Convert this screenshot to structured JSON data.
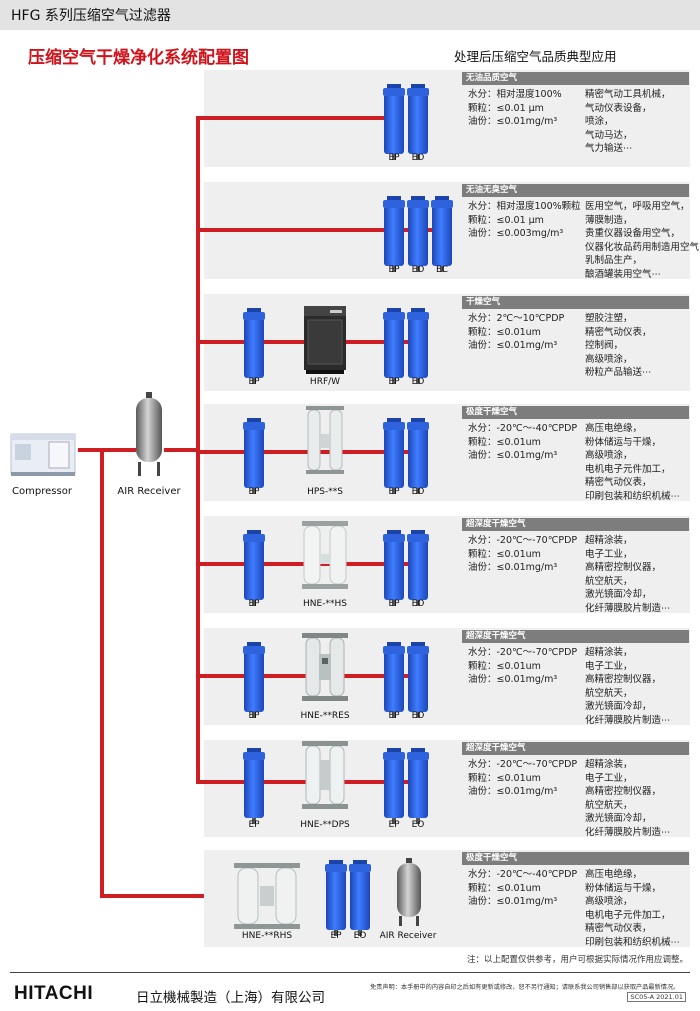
{
  "header": {
    "series_title": "HFG 系列压缩空气过滤器"
  },
  "title": "压缩空气干燥净化系统配置图",
  "right_title": "处理后压缩空气品质典型应用",
  "source": {
    "compressor_label": "Compressor",
    "receiver_label": "AIR Receiver"
  },
  "rows": [
    {
      "header": "无油品质空气",
      "specs": [
        "水分：相对湿度100%",
        "颗粒：≤0.01 μm",
        "油份：≤0.01mg/m³"
      ],
      "apps": [
        "精密气动工具机械，",
        "气动仪表设备，",
        "喷涂，",
        "气动马达，",
        "气力输送⋯"
      ],
      "labels": [
        "EP",
        "EO"
      ]
    },
    {
      "header": "无油无臭空气",
      "specs": [
        "水分：相对湿度100%颗粒",
        "颗粒：≤0.01 μm",
        "油份：≤0.003mg/m³"
      ],
      "apps": [
        "医用空气，呼吸用空气，",
        "薄膜制造，",
        "贵重仪器设备用空气，",
        "仪器化妆品药用制造用空气，",
        "乳制品生产，",
        "酿酒罐装用空气⋯"
      ],
      "labels": [
        "EP",
        "EO",
        "EC"
      ]
    },
    {
      "header": "干燥空气",
      "specs": [
        "水分：2℃～10℃PDP",
        "颗粒：≤0.01um",
        "油份：≤0.01mg/m³"
      ],
      "apps": [
        "塑胶注塑，",
        "精密气动仪表，",
        "控制阀，",
        "高级喷涂，",
        "粉粒产品输送⋯"
      ],
      "labels": [
        "EP",
        "HRF/W",
        "EP",
        "EO"
      ]
    },
    {
      "header": "极度干燥空气",
      "specs": [
        "水分：-20℃～-40℃PDP",
        "颗粒：≤0.01um",
        "油份：≤0.01mg/m³"
      ],
      "apps": [
        "高压电绝缘，",
        "粉体储运与干燥，",
        "高级喷涂，",
        "电机电子元件加工，",
        "精密气动仪表，",
        "印刷包装和纺织机械⋯"
      ],
      "labels": [
        "EP",
        "HPS-**S",
        "EP",
        "EO"
      ]
    },
    {
      "header": "超深度干燥空气",
      "specs": [
        "水分：-20℃～-70℃PDP",
        "颗粒：≤0.01um",
        "油份：≤0.01mg/m³"
      ],
      "apps": [
        "超精涂装，",
        "电子工业，",
        "高精密控制仪器，",
        "航空航天，",
        "激光镜面冷却，",
        "化纤薄膜胶片制造⋯"
      ],
      "labels": [
        "EP",
        "HNE-**HS",
        "EP",
        "EO"
      ]
    },
    {
      "header": "超深度干燥空气",
      "specs": [
        "水分：-20℃～-70℃PDP",
        "颗粒：≤0.01um",
        "油份：≤0.01mg/m³"
      ],
      "apps": [
        "超精涂装，",
        "电子工业，",
        "高精密控制仪器，",
        "航空航天，",
        "激光镜面冷却，",
        "化纤薄膜胶片制造⋯"
      ],
      "labels": [
        "EP",
        "HNE-**RES",
        "EP",
        "EO"
      ]
    },
    {
      "header": "超深度干燥空气",
      "specs": [
        "水分：-20℃～-70℃PDP",
        "颗粒：≤0.01um",
        "油份：≤0.01mg/m³"
      ],
      "apps": [
        "超精涂装，",
        "电子工业，",
        "高精密控制仪器，",
        "航空航天，",
        "激光镜面冷却，",
        "化纤薄膜胶片制造⋯"
      ],
      "labels": [
        "EP",
        "HNE-**DPS",
        "EP",
        "EO"
      ]
    },
    {
      "header": "极度干燥空气",
      "specs": [
        "水分：-20℃～-40℃PDP",
        "颗粒：≤0.01um",
        "油份：≤0.01mg/m³"
      ],
      "apps": [
        "高压电绝缘，",
        "粉体储运与干燥，",
        "高级喷涂，",
        "电机电子元件加工，",
        "精密气动仪表，",
        "印刷包装和纺织机械⋯"
      ],
      "labels": [
        "HNE-**RHS",
        "EP",
        "EO",
        "AIR Receiver"
      ]
    }
  ],
  "footer": {
    "note": "注：以上配置仅供参考，用户可根据实际情况作用应调整。",
    "logo": "HITACHI",
    "company": "日立機械製造（上海）有限公司",
    "disclaimer": "免责声明：本手册中的内容自印之后如有更新或修改，恕不另行通知；请联系我公司销售部以获取产品最新情况。",
    "code": "SC05-A 2021.01"
  },
  "colors": {
    "accent_red": "#cf1d24",
    "filter_blue": "#2f63dd",
    "panel_gray": "#efefef",
    "header_gray": "#7d7d7d"
  }
}
